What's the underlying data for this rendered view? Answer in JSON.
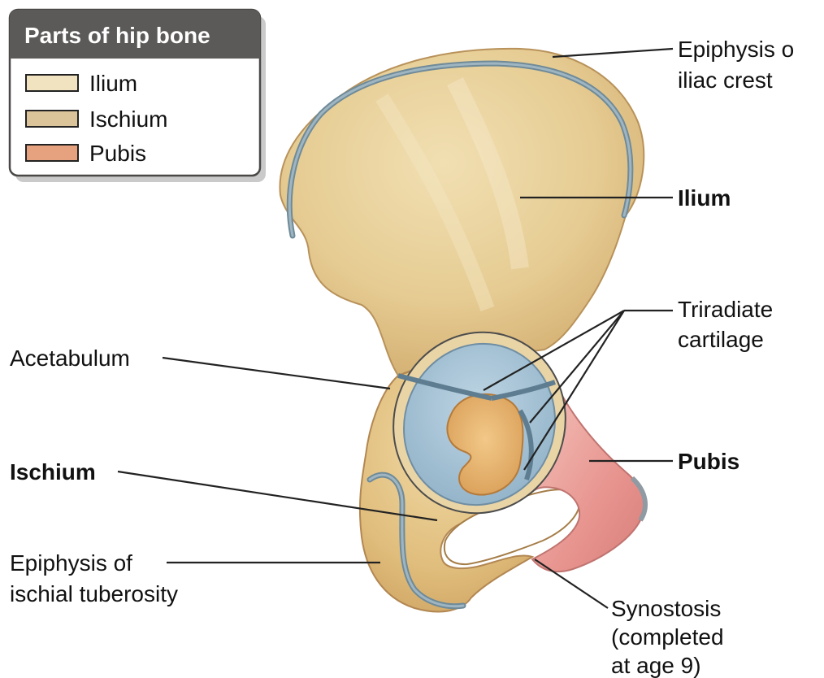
{
  "colors": {
    "ilium": "#f2e3c0",
    "ischium": "#dcc49a",
    "pubis": "#e6a17f",
    "bone_light": "#ecd8a8",
    "bone_mid": "#e1c487",
    "bone_dark": "#c9a467",
    "cartilage": "#9fbfd4",
    "cartilage_dark": "#7f9fb4",
    "pubis_surface": "#e99b97",
    "legend_header": "#5c5a58"
  },
  "legend": {
    "title": "Parts of hip bone",
    "items": [
      {
        "label": "Ilium",
        "color": "#f2e3c0"
      },
      {
        "label": "Ischium",
        "color": "#dcc49a"
      },
      {
        "label": "Pubis",
        "color": "#e6a17f"
      }
    ]
  },
  "labels": {
    "epiphysis_iliac_line1": "Epiphysis o",
    "epiphysis_iliac_line2": "iliac crest",
    "ilium": "Ilium",
    "triradiate_line1": "Triradiate",
    "triradiate_line2": "cartilage",
    "acetabulum": "Acetabulum",
    "pubis": "Pubis",
    "ischium": "Ischium",
    "epiphysis_ischial_line1": "Epiphysis of",
    "epiphysis_ischial_line2": "ischial tuberosity",
    "synostosis_line1": "Synostosis",
    "synostosis_line2": "(completed",
    "synostosis_line3": "at age 9)"
  }
}
